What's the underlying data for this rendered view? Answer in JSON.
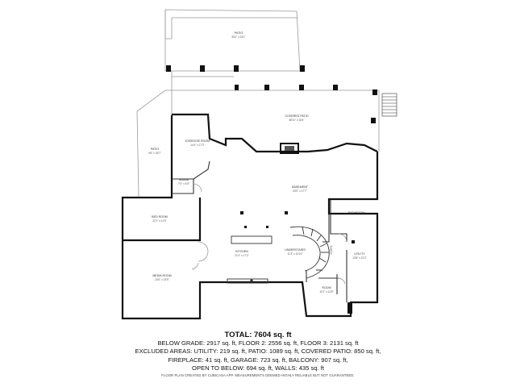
{
  "rooms": {
    "patio_top": {
      "name": "PATIO",
      "dims": "35'2\" x 24'1\""
    },
    "covered_patio": {
      "name": "COVERED PATIO",
      "dims": "58'11\" x 18'4\""
    },
    "exercise_room": {
      "name": "EXERCISE ROOM",
      "dims": "14'4\" x 17'3\""
    },
    "patio_left": {
      "name": "PATIO",
      "dims": "9'6\" x 28'7\""
    },
    "sauna": {
      "name": "SAUNA",
      "dims": "7'0\" x 4'8\""
    },
    "basement": {
      "name": "BASEMENT",
      "dims": "53'0\" x 27'7\""
    },
    "bathroom": {
      "name": "BATHROOM",
      "dims": ""
    },
    "bed_room": {
      "name": "BED ROOM",
      "dims": "22'1\" x 11'5\""
    },
    "kitchen": {
      "name": "KITCHEN",
      "dims": "21'2\" x 17'2\""
    },
    "understairs": {
      "name": "UNDERSTAIRS",
      "dims": "11'3\" x 10'10\""
    },
    "utility": {
      "name": "UTILITY",
      "dims": "13'8\" x 22'2\""
    },
    "media_room": {
      "name": "MEDIA ROOM",
      "dims": "23'0\" x 23'5\""
    },
    "room": {
      "name": "ROOM",
      "dims": "11'0\" x 12'8\""
    },
    "stairs": {
      "name": "STAIRS",
      "dims": ""
    }
  },
  "summary": {
    "total": "TOTAL: 7604 sq. ft",
    "line1": "BELOW GRADE: 2917 sq. ft, FLOOR 2: 2556 sq. ft, FLOOR 3: 2131 sq. ft",
    "line2": "EXCLUDED AREAS: UTILITY: 219 sq. ft, PATIO: 1089 sq. ft, COVERED PATIO: 850 sq. ft,",
    "line3": "FIREPLACE: 41 sq. ft, GARAGE: 723 sq. ft, BALCONY: 907 sq. ft,",
    "line4": "OPEN TO BELOW: 694 sq. ft, WALLS: 435 sq. ft"
  },
  "footer": "FLOOR PLAN CREATED BY CUBICASA APP. MEASUREMENTS DEEMED HIGHLY RELIABLE BUT NOT GUARANTEED.",
  "colors": {
    "wall": "#111111",
    "thin_line": "#999999",
    "label": "#333333"
  }
}
